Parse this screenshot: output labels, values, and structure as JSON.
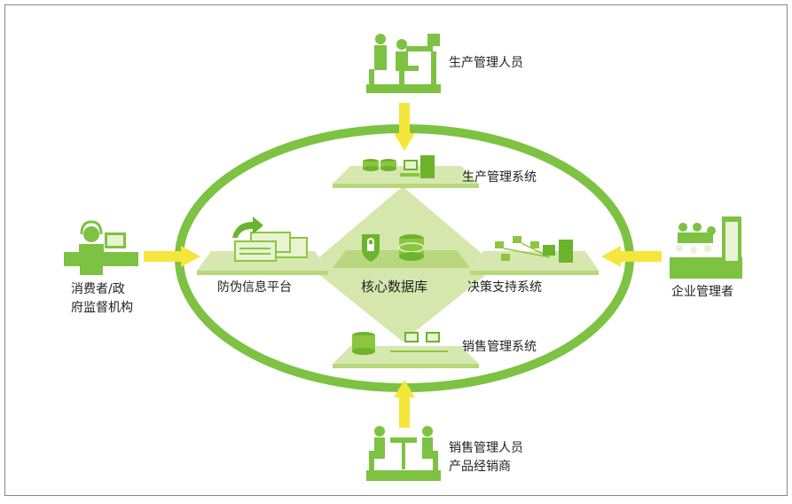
{
  "nodes": {
    "top_person": "生产管理人员",
    "left_person_line1": "消费者/政",
    "left_person_line2": "府监督机构",
    "right_person": "企业管理者",
    "bottom_person_line1": "销售管理人员",
    "bottom_person_line2": "产品经销商"
  },
  "platforms": {
    "production_system": "生产管理系统",
    "anti_fake_platform": "防伪信息平台",
    "core_database": "核心数据库",
    "decision_system": "决策支持系统",
    "sales_system": "销售管理系统"
  },
  "colors": {
    "ring": "#7dc242",
    "tile": "#d6e8b0",
    "tile_dark": "#b9d77d",
    "arrow": "#f5e63b",
    "icon": "#6bb42b",
    "frame": "#888888"
  }
}
